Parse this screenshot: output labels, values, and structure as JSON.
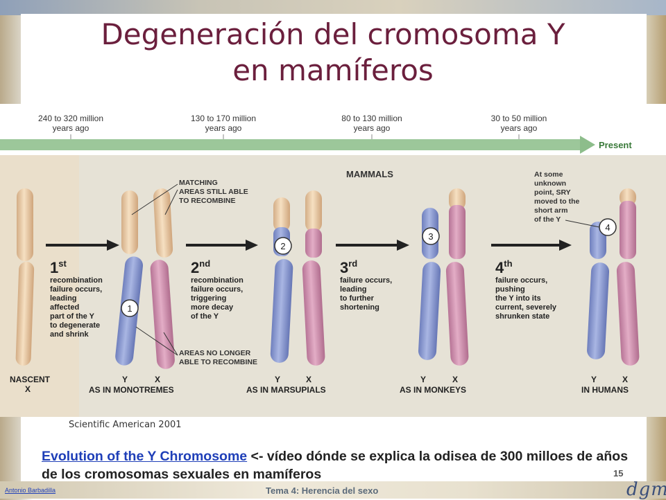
{
  "slide": {
    "title_line1": "Degeneración del cromosoma Y",
    "title_line2": "en mamíferos",
    "caption": "Scientific American 2001",
    "video_link": "Evolution of the Y Chromosome",
    "video_text": " <- vídeo dónde se explica la odisea de 300 milloes de años de los cromosomas sexuales en mamíferos",
    "page_number": "15",
    "author": "Antonio Barbadilla",
    "footer": "Tema 4: Herencia del sexo",
    "logo": "dgm"
  },
  "figure": {
    "timeline": [
      {
        "line1": "240 to 320 million",
        "line2": "years ago"
      },
      {
        "line1": "130 to 170 million",
        "line2": "years ago"
      },
      {
        "line1": "80 to 130 million",
        "line2": "years ago"
      },
      {
        "line1": "30 to 50 million",
        "line2": "years ago"
      }
    ],
    "present_label": "Present",
    "mammals_label": "MAMMALS",
    "matching_areas": [
      "MATCHING",
      "AREAS STILL ABLE",
      "TO RECOMBINE"
    ],
    "areas_no_longer": [
      "AREAS NO LONGER",
      "ABLE TO RECOMBINE"
    ],
    "sry_note": [
      "At some",
      "unknown",
      "point, SRY",
      "moved to the",
      "short arm",
      "of the Y"
    ],
    "steps": [
      {
        "num": "1",
        "sup": "st",
        "lines": [
          "recombination",
          "failure occurs,",
          "leading",
          "affected",
          "part of the Y",
          "to degenerate",
          "and shrink"
        ]
      },
      {
        "num": "2",
        "sup": "nd",
        "lines": [
          "recombination",
          "failure occurs,",
          "triggering",
          "more decay",
          "of the Y"
        ]
      },
      {
        "num": "3",
        "sup": "rd",
        "lines": [
          "failure occurs,",
          "leading",
          "to further",
          "shortening"
        ]
      },
      {
        "num": "4",
        "sup": "th",
        "lines": [
          "failure occurs,",
          "pushing",
          "the Y into its",
          "current, severely",
          "shrunken state"
        ]
      }
    ],
    "markers": [
      "1",
      "2",
      "3",
      "4"
    ],
    "nascent_label": [
      "NASCENT",
      "X"
    ],
    "y_label": "Y",
    "x_label": "X",
    "species": [
      "AS IN MONOTREMES",
      "AS IN MARSUPIALS",
      "AS IN MONKEYS",
      "IN HUMANS"
    ],
    "colors": {
      "pink": "#d49bb5",
      "blue": "#93a3d6",
      "cream": "#eed1ae",
      "arrow": "#9cc79a",
      "panel": "#e9e2d1"
    }
  }
}
